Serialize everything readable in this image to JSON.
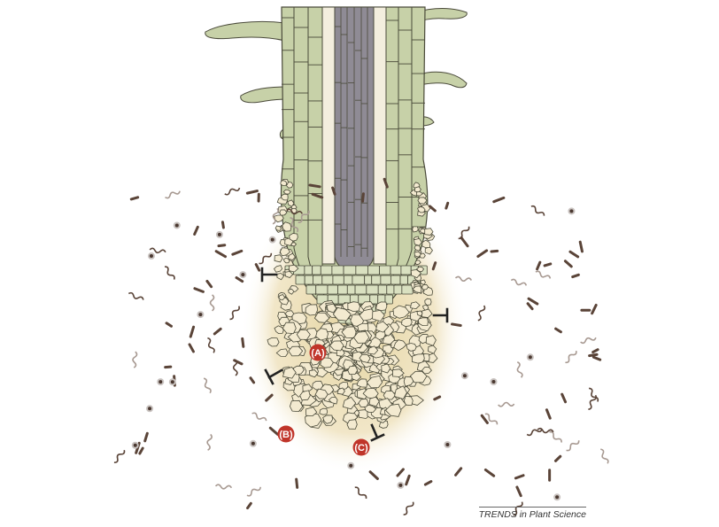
{
  "labels": {
    "a": "(A)",
    "b": "(B)",
    "c": "(C)"
  },
  "footer": "TRENDS in Plant Science",
  "colors": {
    "root_tissue": "#c7d1a8",
    "stele": "#8f8b95",
    "cell_wall": "#4a4a3a",
    "border_cells": "#f3ead0",
    "mucilage": "#e3d3a0",
    "bacteria": "#5a4438",
    "label_fill": "#c0352a",
    "inhibition": "#222222"
  }
}
